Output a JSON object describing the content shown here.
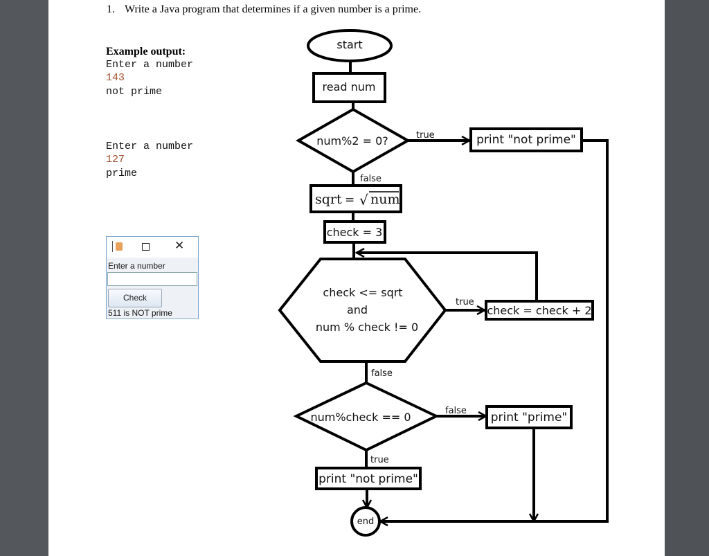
{
  "question": {
    "number": "1.",
    "text": "Write a Java program that determines if a given number is a prime."
  },
  "example": {
    "heading": "Example output:",
    "run1": {
      "prompt": "Enter a number",
      "input": "143",
      "output": "not prime"
    },
    "run2": {
      "prompt": "Enter a number",
      "input": "127",
      "output": "prime"
    }
  },
  "window": {
    "label": "Enter a number",
    "field_value": "",
    "button_label": "Check",
    "result": "511 is NOT prime",
    "icons": [
      "java-app-icon",
      "maximize-icon",
      "close-icon"
    ]
  },
  "flowchart": {
    "start": "start",
    "read": "read num",
    "cond1": "num%2 = 0?",
    "cond1_true": "true",
    "cond1_false": "false",
    "print_not_prime_1": "print \"not prime\"",
    "sqrt_label": "sqrt",
    "sqrt_eq": "=",
    "sqrt_radical": "√",
    "sqrt_arg": "num",
    "check_init": "check = 3",
    "loop_line1": "check <= sqrt",
    "loop_line2": "and",
    "loop_line3": "num % check != 0",
    "loop_true": "true",
    "loop_false": "false",
    "increment": "check = check + 2",
    "cond2": "num%check == 0",
    "cond2_false": "false",
    "cond2_true": "true",
    "print_prime": "print \"prime\"",
    "print_not_prime_2": "print \"not prime\"",
    "end": "end"
  }
}
